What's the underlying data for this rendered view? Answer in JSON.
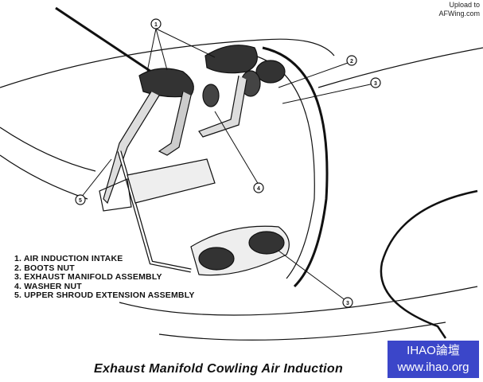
{
  "watermark_top": {
    "line1": "Upload to",
    "line2": "AFWing.com"
  },
  "callouts": [
    "1",
    "2",
    "3",
    "4",
    "5",
    "3"
  ],
  "legend": [
    "1.  AIR INDUCTION INTAKE",
    "2.  BOOTS NUT",
    "3.  EXHAUST MANIFOLD ASSEMBLY",
    "4.  WASHER NUT",
    "5.  UPPER SHROUD EXTENSION ASSEMBLY"
  ],
  "caption": "Exhaust Manifold Cowling Air Induction",
  "watermark_bottom": {
    "line1": "IHAO論壇",
    "line2": "www.ihao.org"
  },
  "colors": {
    "watermark_bg": "#3b46c9",
    "ink": "#111111"
  }
}
